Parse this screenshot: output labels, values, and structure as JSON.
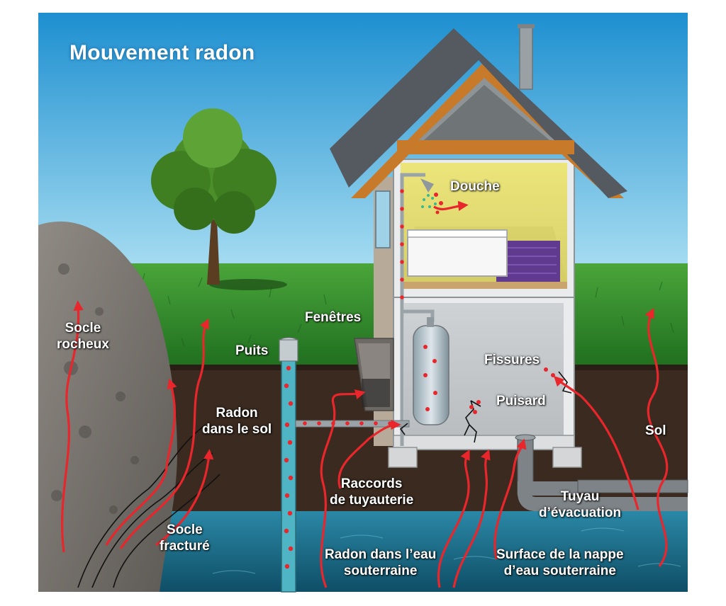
{
  "title": "Mouvement radon",
  "labels": {
    "douche": "Douche",
    "fenetres": "Fenêtres",
    "puits": "Puits",
    "socle_rocheux": [
      "Socle",
      "rocheux"
    ],
    "radon_sol": [
      "Radon",
      "dans le sol"
    ],
    "fissures": "Fissures",
    "puisard": "Puisard",
    "sol": "Sol",
    "raccords": [
      "Raccords",
      "de tuyauterie"
    ],
    "tuyau": [
      "Tuyau",
      "d’évacuation"
    ],
    "socle_fracture": [
      "Socle",
      "fracturé"
    ],
    "radon_eau": [
      "Radon dans l’eau",
      "souterraine"
    ],
    "nappe": [
      "Surface de la nappe",
      "d’eau souterraine"
    ]
  },
  "colors": {
    "sky_top": "#1d8fd0",
    "sky_bottom": "#8fd0ee",
    "grass": "#2f8a2a",
    "soil": "#3a2a1f",
    "water": "#1d6f8c",
    "radon_arrow": "#e8262b",
    "roof": "#555a60",
    "trim": "#c77a2a"
  }
}
